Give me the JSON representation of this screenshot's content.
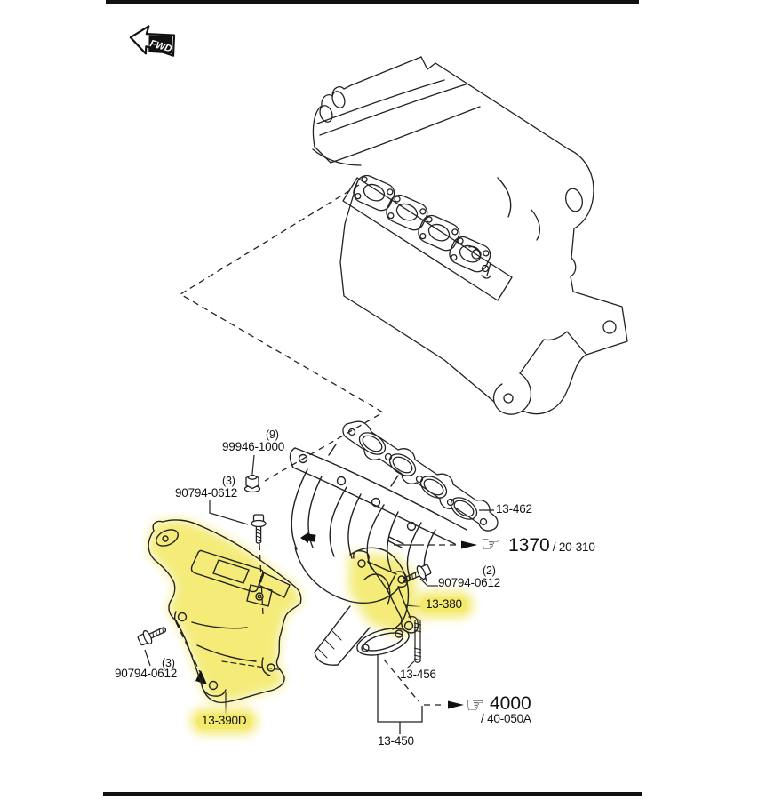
{
  "page": {
    "fwd_label": "FWD",
    "background": "#ffffff",
    "line_color": "#222222",
    "highlight_color": "#f3e96a"
  },
  "icons": {
    "hand_pointer": "☞"
  },
  "callouts": {
    "nut": {
      "qty": "(9)",
      "part": "99946-1000"
    },
    "bolt_top": {
      "qty": "(3)",
      "part": "90794-0612"
    },
    "bolt_right": {
      "qty": "(2)",
      "part": "90794-0612"
    },
    "bolt_left": {
      "qty": "(3)",
      "part": "90794-0612"
    },
    "gasket": {
      "part": "13-462"
    },
    "pipe_ref_rear": {
      "part": "1370",
      "suffix": "/ 20-310"
    },
    "bracket": {
      "part": "13-380"
    },
    "stud": {
      "part": "13-456"
    },
    "heat_shield": {
      "part": "13-390D"
    },
    "manifold": {
      "part": "13-450"
    },
    "pipe_ref_front": {
      "part": "4000",
      "suffix": "/ 40-050A"
    }
  }
}
